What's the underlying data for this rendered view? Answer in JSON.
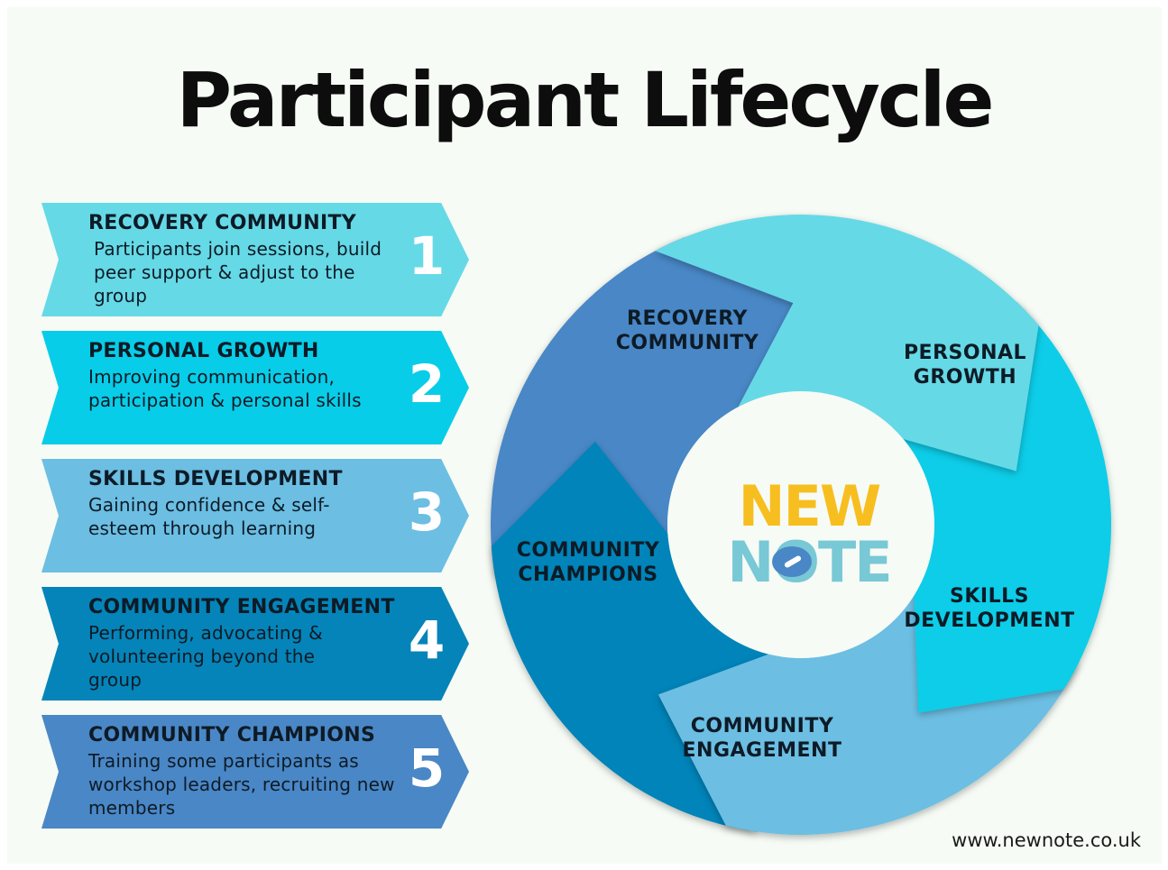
{
  "title": "Participant Lifecycle",
  "colors": {
    "background": "#f6fbf5",
    "step1": "#66d9e6",
    "step2": "#08cde8",
    "step3": "#6cbee3",
    "step4": "#0584b9",
    "step5": "#4a87c6",
    "logo_yellow": "#f7be1f",
    "logo_teal": "#78c8d6",
    "logo_blue": "#4a87c6"
  },
  "steps": [
    {
      "number": "1",
      "heading": "RECOVERY COMMUNITY",
      "body": "Participants join sessions, build peer support & adjust to the group"
    },
    {
      "number": "2",
      "heading": "PERSONAL GROWTH",
      "body": "Improving communication, participation & personal skills"
    },
    {
      "number": "3",
      "heading": "SKILLS DEVELOPMENT",
      "body": "Gaining confidence & self-esteem through learning"
    },
    {
      "number": "4",
      "heading": "COMMUNITY ENGAGEMENT",
      "body": "Performing, advocating & volunteering beyond the group"
    },
    {
      "number": "5",
      "heading": "COMMUNITY CHAMPIONS",
      "body": "Training some participants as workshop leaders, recruiting new members"
    }
  ],
  "cycle": {
    "segments": [
      {
        "line1": "RECOVERY",
        "line2": "COMMUNITY"
      },
      {
        "line1": "PERSONAL",
        "line2": "GROWTH"
      },
      {
        "line1": "SKILLS",
        "line2": "DEVELOPMENT"
      },
      {
        "line1": "COMMUNITY",
        "line2": "ENGAGEMENT"
      },
      {
        "line1": "COMMUNITY",
        "line2": "CHAMPIONS"
      }
    ]
  },
  "logo": {
    "line1": "NEW",
    "line2": "NOTE"
  },
  "website": "www.newnote.co.uk"
}
